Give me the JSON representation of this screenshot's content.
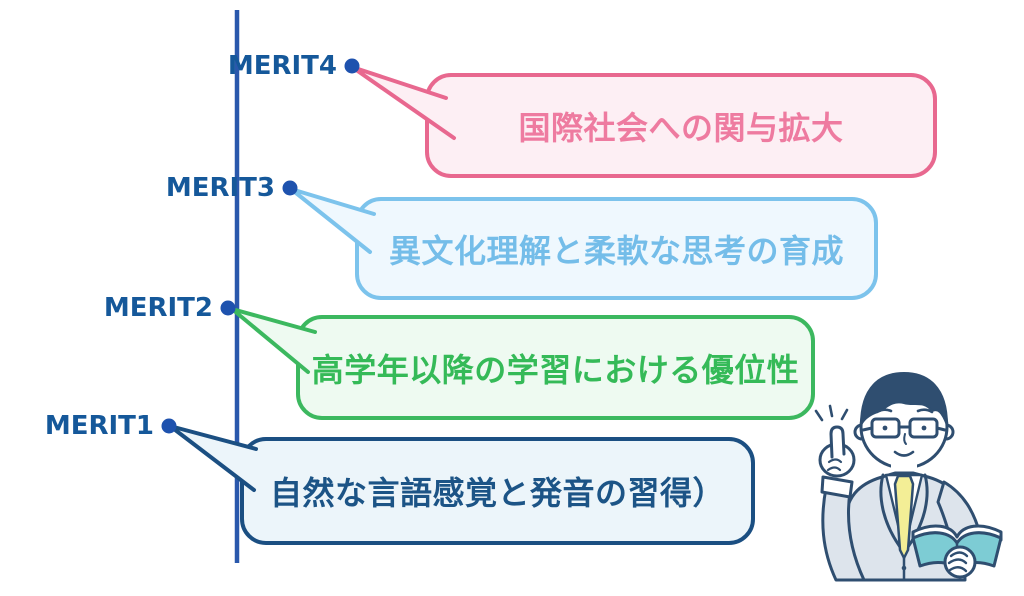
{
  "diagram": {
    "background_color": "#ffffff",
    "axis_color": "#2a58ac",
    "dot_color": "#1e52ae",
    "label_color": "#15589a",
    "merits": [
      {
        "label": "MERIT1",
        "text": "自然な言語感覚と発音の習得）",
        "border_color": "#1b4f82",
        "fill_color": "#ecf5fa",
        "text_color": "#1c5486"
      },
      {
        "label": "MERIT2",
        "text": "高学年以降の学習における優位性",
        "border_color": "#3cb85f",
        "fill_color": "#eefaf1",
        "text_color": "#35ba58"
      },
      {
        "label": "MERIT3",
        "text": "異文化理解と柔軟な思考の育成",
        "border_color": "#7cc3ec",
        "fill_color": "#eff8fe",
        "text_color": "#74bde9"
      },
      {
        "label": "MERIT4",
        "text": "国際社会への関与拡大",
        "border_color": "#e8688f",
        "fill_color": "#fdeff4",
        "text_color": "#ee7ba0"
      }
    ]
  },
  "illustration": {
    "name": "man-in-suit-pointing-up-holding-open-book",
    "colors": {
      "outline": "#2f4e70",
      "suit": "#dde4ec",
      "tie": "#f3ee96",
      "book": "#7dccd4",
      "skin": "#ffffff"
    }
  }
}
